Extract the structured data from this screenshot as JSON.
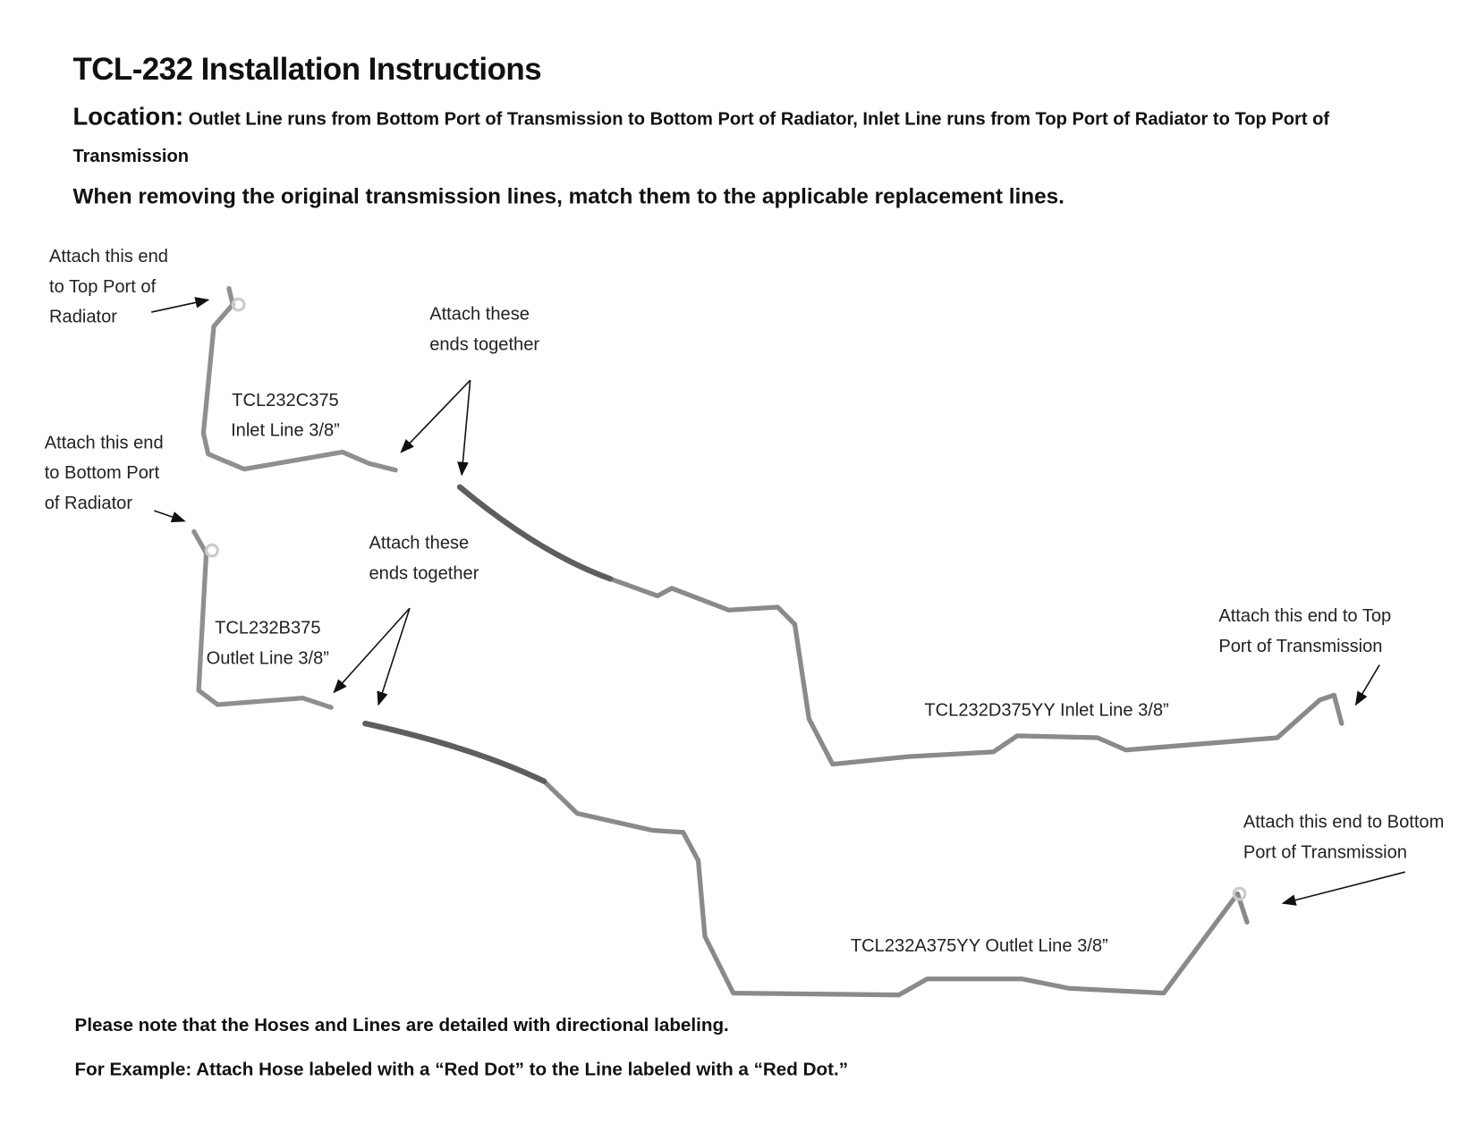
{
  "title": "TCL-232 Installation Instructions",
  "location": {
    "label": "Location:",
    "text": " Outlet Line runs from Bottom Port of Transmission to Bottom Port of Radiator, Inlet Line runs from Top Port of Radiator to Top Port of Transmission"
  },
  "instruction": "When removing the original transmission lines, match them to the applicable replacement lines.",
  "labels": {
    "top_radiator": [
      "Attach this end",
      "to Top Port of",
      "Radiator"
    ],
    "bottom_radiator": [
      "Attach this end",
      "to Bottom Port",
      "of Radiator"
    ],
    "together_1": [
      "Attach these",
      "ends together"
    ],
    "together_2": [
      "Attach these",
      "ends together"
    ],
    "part_c": [
      "TCL232C375",
      "Inlet Line 3/8”"
    ],
    "part_b": [
      "TCL232B375",
      "Outlet Line 3/8”"
    ],
    "part_d": "TCL232D375YY Inlet Line 3/8”",
    "part_a": "TCL232A375YY Outlet Line 3/8”",
    "top_transmission": [
      "Attach this end to Top",
      "Port of Transmission"
    ],
    "bottom_transmission": [
      "Attach this end to Bottom",
      "Port of Transmission"
    ]
  },
  "notes": [
    "Please note that the Hoses and Lines are detailed with directional labeling.",
    "For Example: Attach Hose labeled with a “Red Dot” to the Line labeled with a “Red Dot.”"
  ],
  "colors": {
    "pipe": "#9a9a96",
    "hose": "#6e6e6c"
  }
}
